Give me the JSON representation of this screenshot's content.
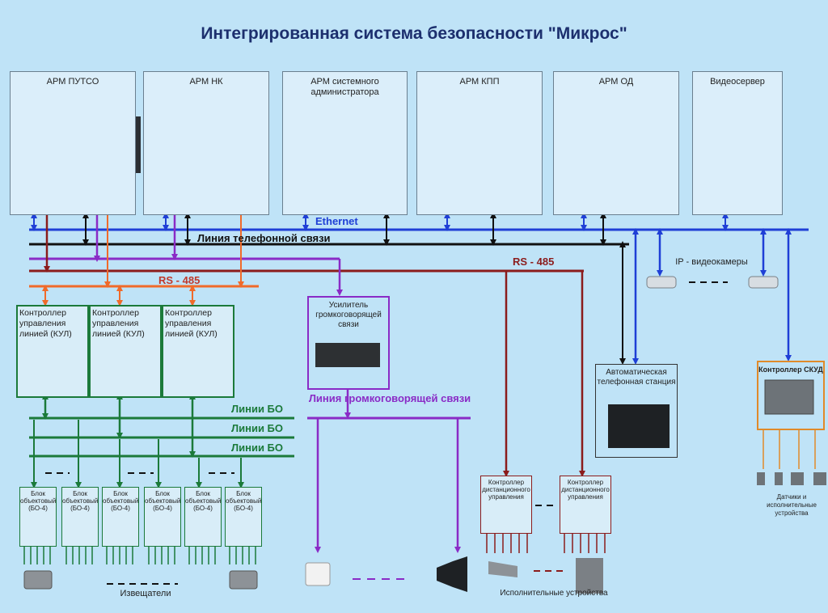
{
  "title": "Интегрированная система безопасности \"Микрос\"",
  "workstations": [
    {
      "label": "АРМ ПУТСО"
    },
    {
      "label": "АРМ НК"
    },
    {
      "label": "АРМ системного администратора"
    },
    {
      "label": "АРМ КПП"
    },
    {
      "label": "АРМ ОД"
    },
    {
      "label": "Видеосервер"
    }
  ],
  "buses": {
    "ethernet": "Ethernet",
    "phone_line": "Линия телефонной связи",
    "rs485_left": "RS - 485",
    "rs485_right": "RS - 485",
    "bo_lines": [
      "Линии БО",
      "Линии БО",
      "Линии БО"
    ],
    "loudspeaker_line": "Линия громкоговорящей связи"
  },
  "ip_cameras": "IP - видеокамеры",
  "kul_controllers": [
    {
      "label": "Контроллер управления линией (КУЛ)"
    },
    {
      "label": "Контроллер управления линией (КУЛ)"
    },
    {
      "label": "Контроллер управления линией (КУЛ)"
    }
  ],
  "amplifier": "Усилитель громкоговорящей связи",
  "pbx": "Автоматическая телефонная станция",
  "skud": "Контроллер СКУД",
  "sensors_label": "Датчики и исполнительные устройства",
  "bo_blocks": [
    {
      "label": "Блок объектовый (БО-4)"
    },
    {
      "label": "Блок объектовый (БО-4)"
    },
    {
      "label": "Блок объектовый (БО-4)"
    },
    {
      "label": "Блок объектовый (БО-4)"
    },
    {
      "label": "Блок объектовый (БО-4)"
    },
    {
      "label": "Блок объектовый (БО-4)"
    }
  ],
  "kdu_controllers": [
    {
      "label": "Контроллер дистанционного управления"
    },
    {
      "label": "Контроллер дистанционного управления"
    }
  ],
  "detectors_label": "Извещатели",
  "actuators_label": "Исполнительные устройства",
  "colors": {
    "ethernet": "#1f3fd6",
    "phone": "#111111",
    "rs485": "#8b1c1c",
    "rs485_orange": "#f06a2a",
    "purple": "#8a2bc6",
    "bo": "#1b7a3a",
    "skud": "#e08a2a"
  }
}
